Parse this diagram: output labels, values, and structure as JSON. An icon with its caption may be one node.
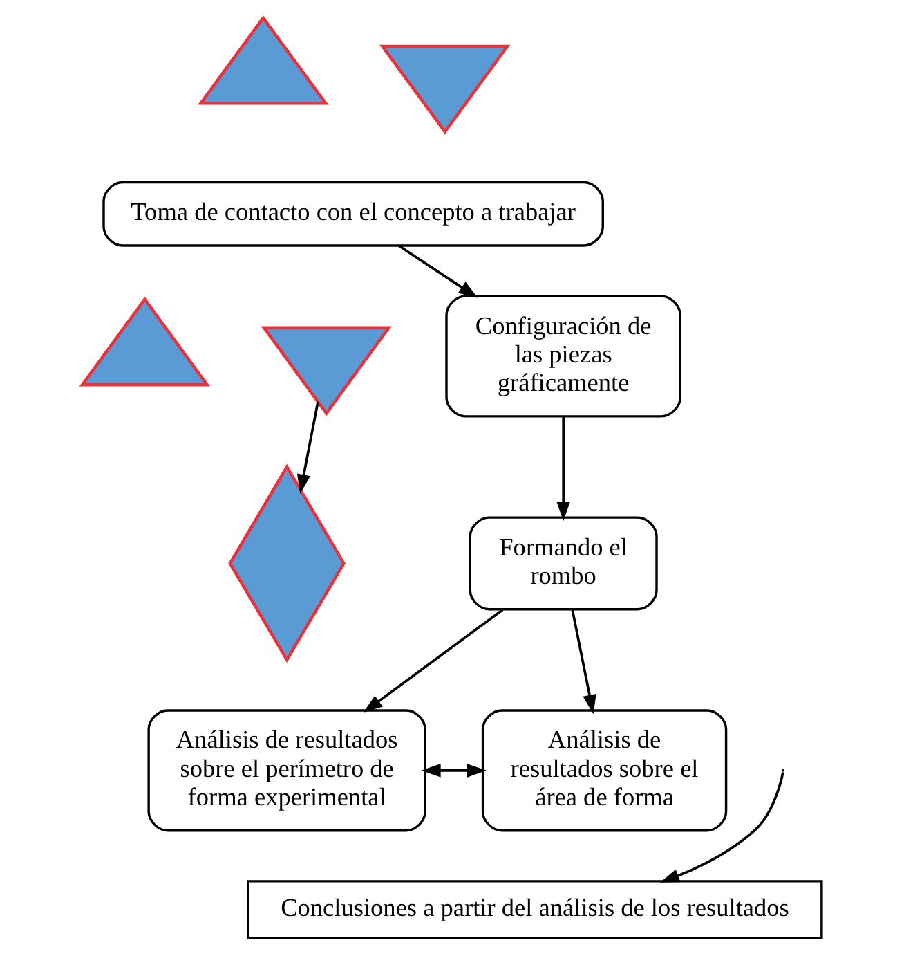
{
  "diagram": {
    "nodes": [
      {
        "text": [],
        "shape": "triangle"
      },
      {
        "text": [],
        "shape": "triangle"
      },
      {
        "text": [
          "Toma de contacto con el concepto a trabajar"
        ]
      },
      {
        "text": [],
        "shape": "triangle"
      },
      {
        "text": [],
        "shape": "triangle"
      },
      {
        "text": [
          "Configuración de las piezas gráficamente"
        ]
      },
      {
        "text": [],
        "shape": "diamond"
      },
      {
        "text": [
          "Formando el rombo"
        ]
      },
      {
        "text": [
          "Análisis de resultados sobre el perímetro de forma experimental"
        ]
      },
      {
        "text": [
          "Análisis de resultados sobre el área de forma"
        ]
      },
      {
        "text": [
          "Conclusiones a partir del análisis de los resultados"
        ]
      }
    ],
    "edges": [
      {
        "from": 2,
        "to": 5,
        "arrow": "to"
      },
      {
        "from": 4,
        "to": 6,
        "arrow": "to"
      },
      {
        "from": 5,
        "to": 7,
        "arrow": "to"
      },
      {
        "from": 7,
        "to": 8,
        "arrow": "to"
      },
      {
        "from": 7,
        "to": 9,
        "arrow": "to"
      },
      {
        "from": 8,
        "to": 9,
        "arrow": "both"
      },
      {
        "from": null,
        "to": 10,
        "arrow": "to"
      }
    ]
  }
}
